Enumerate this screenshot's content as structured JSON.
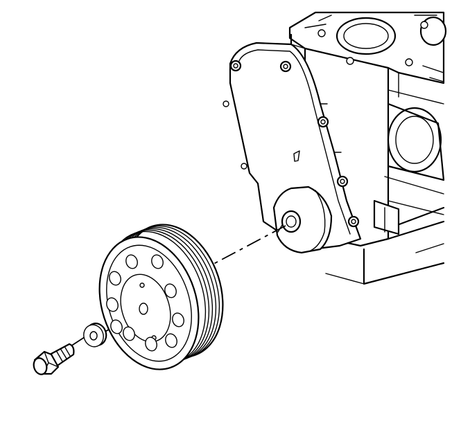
{
  "diagram": {
    "parts": [
      {
        "id": "engine-block",
        "icon": "engine-block-icon"
      },
      {
        "id": "front-cover",
        "icon": "timing-cover-icon"
      },
      {
        "id": "crankshaft-nose",
        "icon": "crankshaft-icon"
      },
      {
        "id": "balancer-pulley",
        "icon": "pulley-icon"
      },
      {
        "id": "washer",
        "icon": "washer-icon"
      },
      {
        "id": "bolt",
        "icon": "bolt-icon"
      }
    ],
    "colors": {
      "line": "#000000",
      "background": "#ffffff"
    }
  }
}
